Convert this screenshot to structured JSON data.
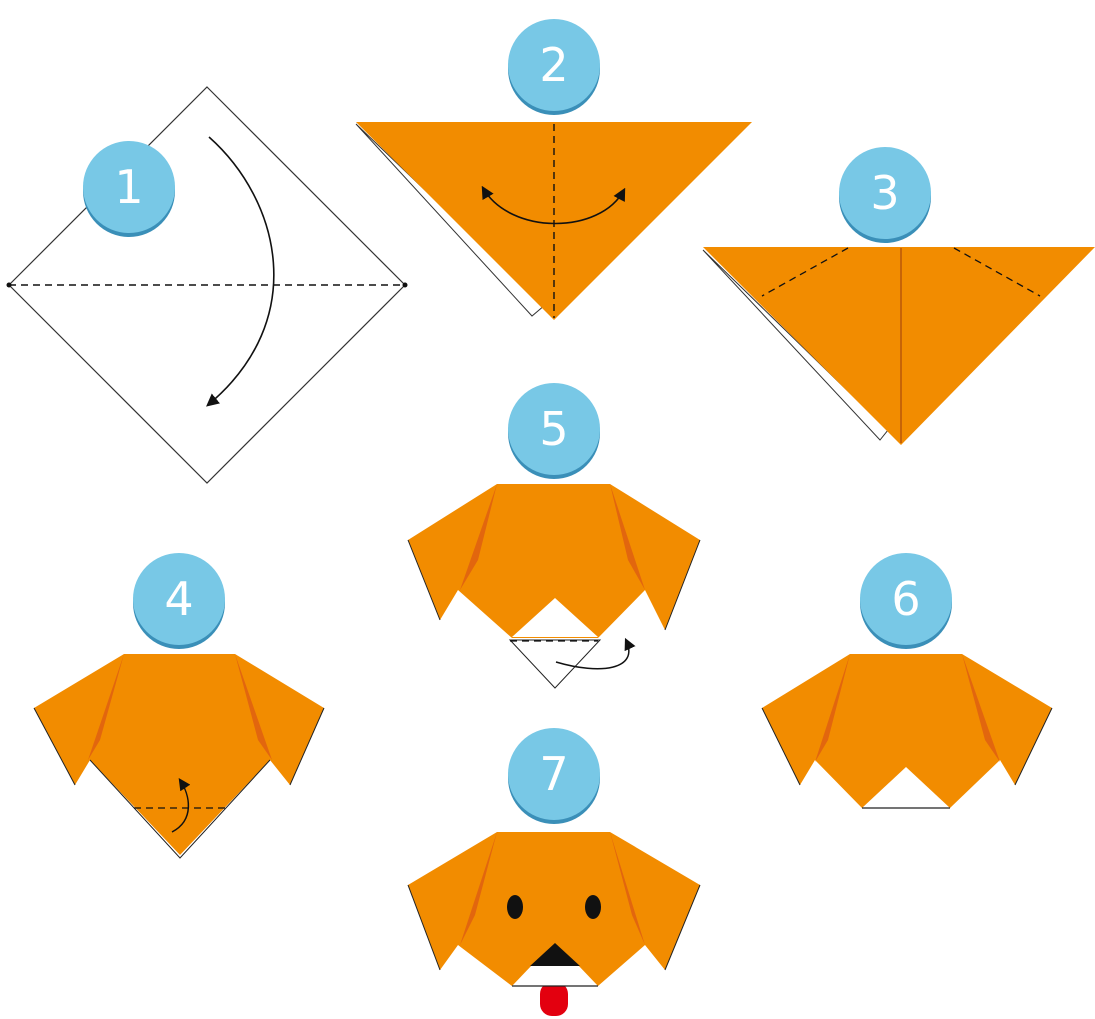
{
  "colors": {
    "paper_orange": "#f28c00",
    "fold_dark": "#e2660e",
    "badge_blue": "#78c8e6",
    "badge_shadow": "#3a8fb8",
    "eye_black": "#111111",
    "tongue_red": "#e3000f",
    "outline": "#222222"
  },
  "steps": [
    {
      "number": "1",
      "icon": "square-diamond-fold-in-half"
    },
    {
      "number": "2",
      "icon": "triangle-crease-center"
    },
    {
      "number": "3",
      "icon": "triangle-fold-ears"
    },
    {
      "number": "4",
      "icon": "fold-bottom-tip-up"
    },
    {
      "number": "5",
      "icon": "fold-tip-back"
    },
    {
      "number": "6",
      "icon": "dog-head-shape"
    },
    {
      "number": "7",
      "icon": "dog-face-finished"
    }
  ]
}
